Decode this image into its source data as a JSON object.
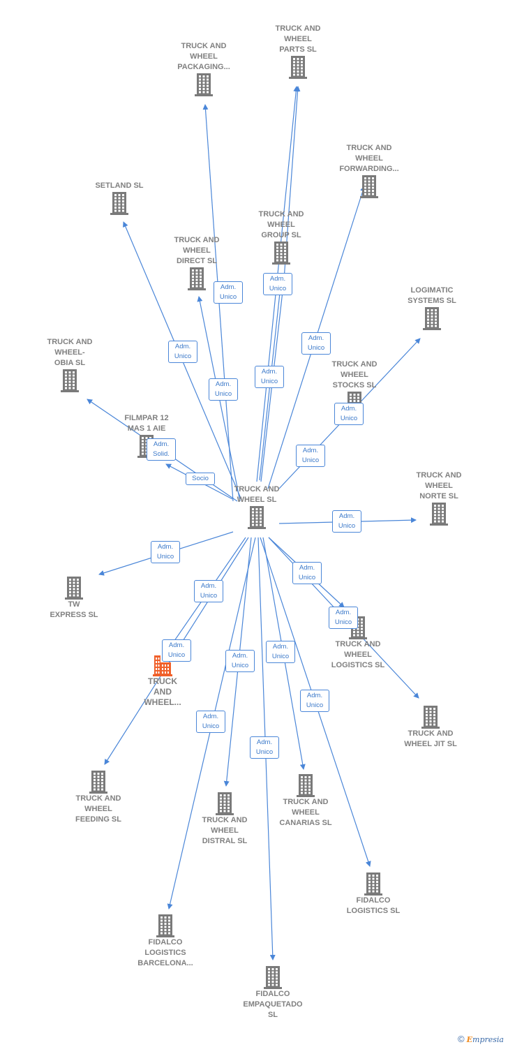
{
  "colors": {
    "edge": "#4a86d8",
    "building": "#7a7a7a",
    "focus": "#f0602a",
    "label": "#808080"
  },
  "center": {
    "id": "center",
    "label": "TRUCK AND\nWHEEL SL"
  },
  "nodes": [
    {
      "id": "n_parts",
      "label": "TRUCK AND\nWHEEL\nPARTS SL",
      "pos": "top"
    },
    {
      "id": "n_packaging",
      "label": "TRUCK AND\nWHEEL\nPACKAGING...",
      "pos": "top"
    },
    {
      "id": "n_forwarding",
      "label": "TRUCK AND\nWHEEL\nFORWARDING...",
      "pos": "top"
    },
    {
      "id": "n_setland",
      "label": "SETLAND SL",
      "pos": "top"
    },
    {
      "id": "n_group",
      "label": "TRUCK AND\nWHEEL\nGROUP  SL",
      "pos": "top"
    },
    {
      "id": "n_direct",
      "label": "TRUCK AND\nWHEEL\nDIRECT  SL",
      "pos": "top"
    },
    {
      "id": "n_logimatic",
      "label": "LOGIMATIC\nSYSTEMS  SL",
      "pos": "top"
    },
    {
      "id": "n_obia",
      "label": "TRUCK AND\nWHEEL-\nOBIA SL",
      "pos": "top"
    },
    {
      "id": "n_stocks",
      "label": "TRUCK AND\nWHEEL\nSTOCKS SL",
      "pos": "top"
    },
    {
      "id": "n_filmpar",
      "label": "FILMPAR 12\nMAS 1 AIE",
      "pos": "top"
    },
    {
      "id": "n_norte",
      "label": "TRUCK AND\nWHEEL\nNORTE  SL",
      "pos": "top"
    },
    {
      "id": "n_tw",
      "label": "TW\nEXPRESS SL",
      "pos": "bottom"
    },
    {
      "id": "n_logistics",
      "label": "TRUCK AND\nWHEEL\nLOGISTICS SL",
      "pos": "bottom"
    },
    {
      "id": "n_focus",
      "label": "TRUCK\nAND\nWHEEL...",
      "pos": "bottom"
    },
    {
      "id": "n_jit",
      "label": "TRUCK AND\nWHEEL JIT  SL",
      "pos": "bottom"
    },
    {
      "id": "n_feeding",
      "label": "TRUCK AND\nWHEEL\nFEEDING  SL",
      "pos": "bottom"
    },
    {
      "id": "n_canarias",
      "label": "TRUCK AND\nWHEEL\nCANARIAS  SL",
      "pos": "bottom"
    },
    {
      "id": "n_distral",
      "label": "TRUCK AND\nWHEEL\nDISTRAL  SL",
      "pos": "bottom"
    },
    {
      "id": "n_fidlog",
      "label": "FIDALCO\nLOGISTICS SL",
      "pos": "bottom"
    },
    {
      "id": "n_barcelona",
      "label": "FIDALCO\nLOGISTICS\nBARCELONA...",
      "pos": "bottom"
    },
    {
      "id": "n_empaquetado",
      "label": "FIDALCO\nEMPAQUETADO\nSL",
      "pos": "bottom"
    }
  ],
  "relations": [
    {
      "id": "r_packaging",
      "label": "Adm.\nUnico"
    },
    {
      "id": "r_group",
      "label": "Adm.\nUnico"
    },
    {
      "id": "r_setland",
      "label": "Adm.\nUnico"
    },
    {
      "id": "r_forwarding",
      "label": "Adm.\nUnico"
    },
    {
      "id": "r_parts",
      "label": "Adm.\nUnico"
    },
    {
      "id": "r_direct",
      "label": "Adm.\nUnico"
    },
    {
      "id": "r_stocks",
      "label": "Adm.\nUnico"
    },
    {
      "id": "r_filmpar",
      "label": "Adm.\nSolid."
    },
    {
      "id": "r_logimatic",
      "label": "Adm.\nUnico"
    },
    {
      "id": "r_socio",
      "label": "Socio"
    },
    {
      "id": "r_norte",
      "label": "Adm.\nUnico"
    },
    {
      "id": "r_tw",
      "label": "Adm.\nUnico"
    },
    {
      "id": "r_logistics",
      "label": "Adm.\nUnico"
    },
    {
      "id": "r_feeding",
      "label": "Adm.\nUnico"
    },
    {
      "id": "r_jit",
      "label": "Adm.\nUnico"
    },
    {
      "id": "r_focus",
      "label": "Adm.\nUnico"
    },
    {
      "id": "r_distral",
      "label": "Adm.\nUnico"
    },
    {
      "id": "r_canarias",
      "label": "Adm.\nUnico"
    },
    {
      "id": "r_fidlog",
      "label": "Adm.\nUnico"
    },
    {
      "id": "r_barcelona",
      "label": "Adm.\nUnico"
    },
    {
      "id": "r_empaquetado",
      "label": "Adm.\nUnico"
    }
  ],
  "footer": {
    "copyright_symbol": "©",
    "brand_initial": "E",
    "brand_rest": "mpresia"
  }
}
